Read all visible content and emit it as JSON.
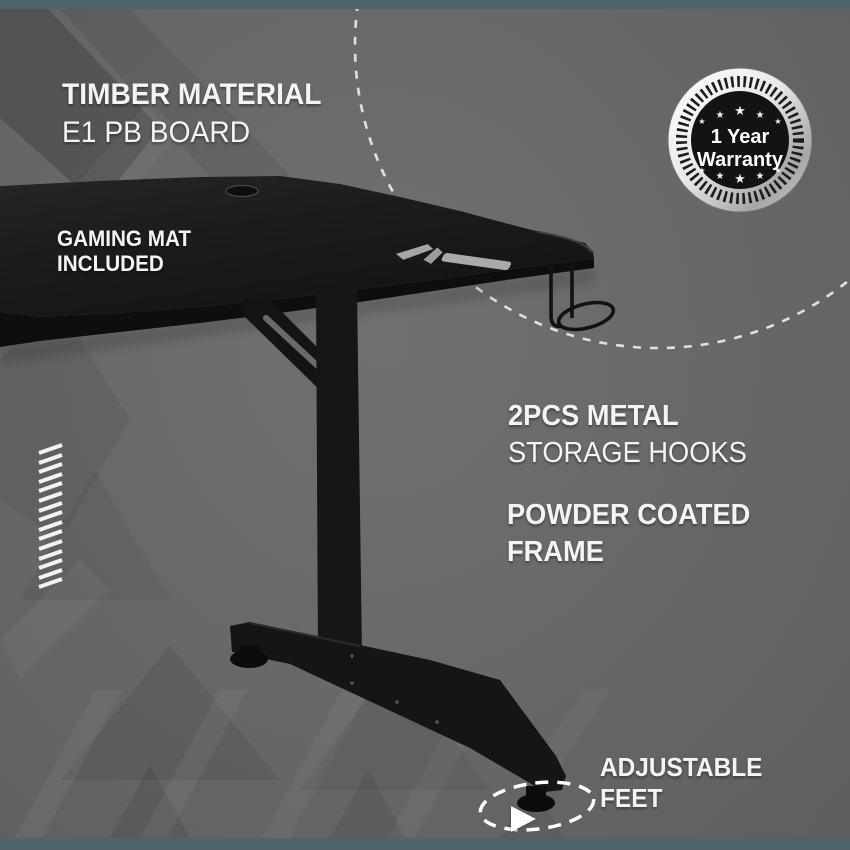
{
  "colors": {
    "background": "#696969",
    "accent_band": "#50636b",
    "desk_black": "#1b1b1b",
    "metal_frame": "#151515",
    "text": "#f4f4f4",
    "dashed_guides": "#e3e3e3",
    "badge_inner": "#131313",
    "badge_silver": "#d9d9d9"
  },
  "callouts": {
    "timber_material": {
      "heading": "TIMBER MATERIAL",
      "subheading": "E1 PB BOARD"
    },
    "gaming_mat": {
      "heading": "GAMING MAT",
      "subheading": "INCLUDED"
    },
    "storage_hooks": {
      "heading": "2PCS METAL",
      "subheading": "STORAGE HOOKS"
    },
    "powder_coated": {
      "heading": "POWDER COATED",
      "subheading": "FRAME"
    },
    "adjustable_feet": {
      "heading": "ADJUSTABLE",
      "subheading": "FEET"
    }
  },
  "warranty_badge": {
    "line1": "1 Year",
    "line2": "Warranty",
    "star_glyph": "★"
  },
  "icons": {
    "right_arrow": "▶",
    "warranty_badge": "laurel-wreath-seal",
    "adjustable_feet_marker": "dashed-ellipse"
  }
}
